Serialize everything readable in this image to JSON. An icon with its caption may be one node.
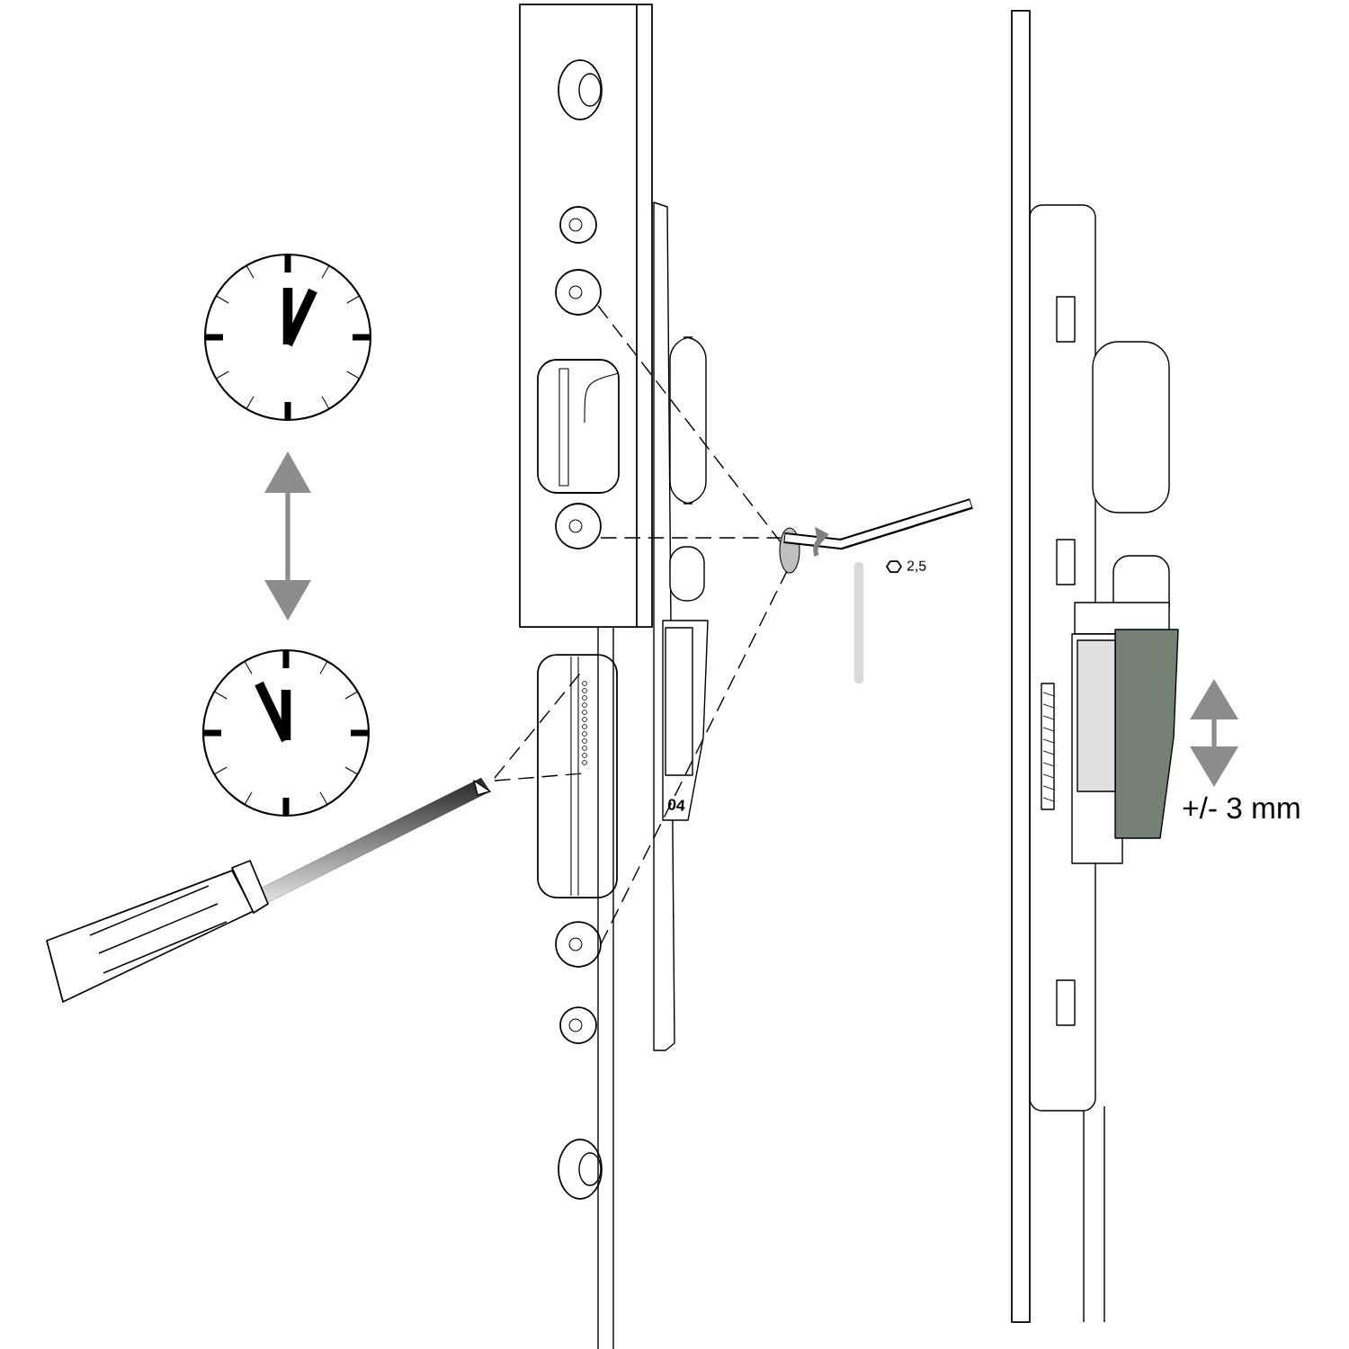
{
  "diagram": {
    "labels": [
      "2,5",
      "04",
      "+/- 3 mm"
    ]
  }
}
